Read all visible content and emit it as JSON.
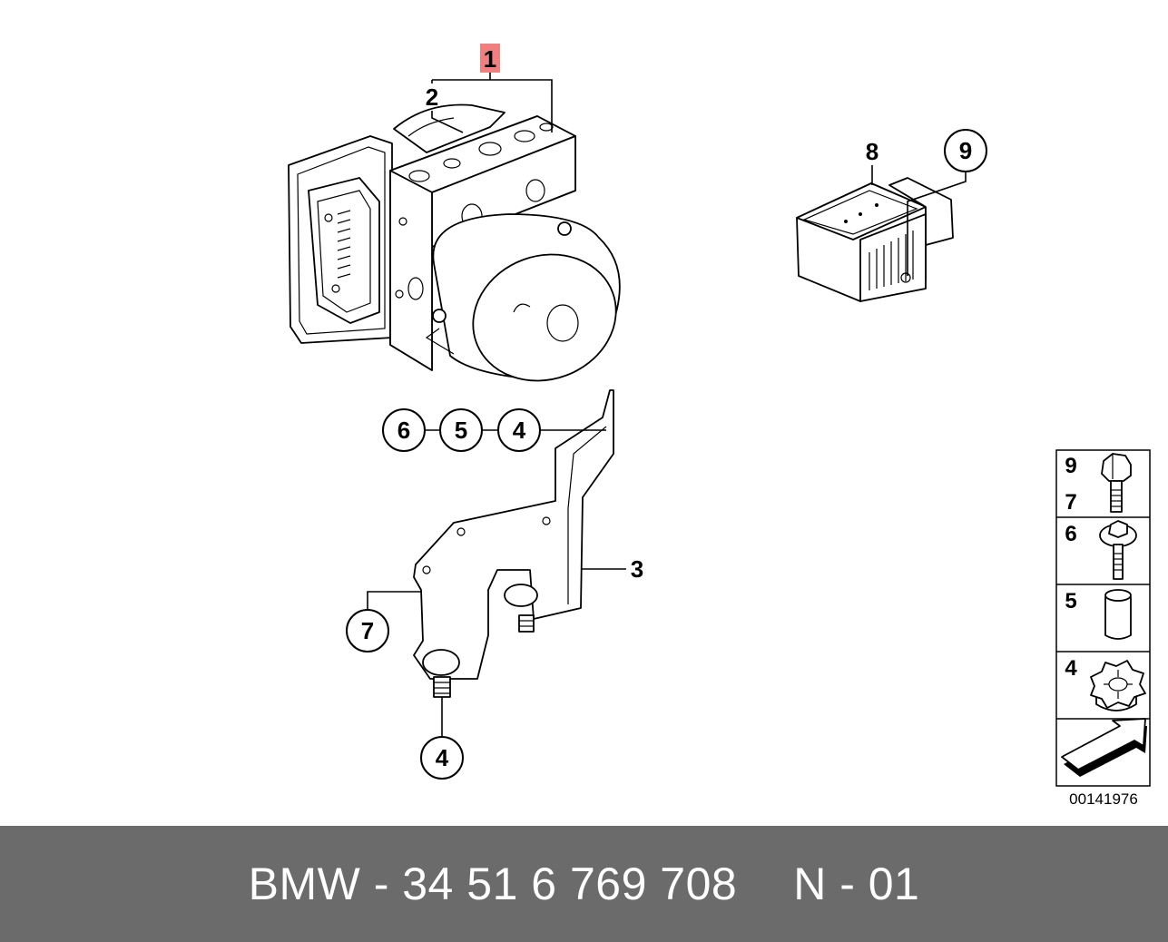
{
  "diagram": {
    "callouts": {
      "c1": "1",
      "c2": "2",
      "c3": "3",
      "c4_top": "4",
      "c4_bottom": "4",
      "c5": "5",
      "c6": "6",
      "c7": "7",
      "c8": "8",
      "c9": "9"
    },
    "legend": {
      "items": [
        {
          "labels": [
            "9",
            "7"
          ],
          "icon": "hex-bolt-icon"
        },
        {
          "labels": [
            "6"
          ],
          "icon": "collar-screw-icon"
        },
        {
          "labels": [
            "5"
          ],
          "icon": "sleeve-icon"
        },
        {
          "labels": [
            "4"
          ],
          "icon": "star-nut-icon"
        }
      ],
      "arrow_icon": "direction-arrow-icon"
    },
    "image_number": "00141976"
  },
  "footer": {
    "part_number": "BMW - 34 51 6 769 708",
    "variant": "N - 01"
  },
  "colors": {
    "highlight": "#f08080",
    "footer_background": "#6b6b6b",
    "footer_text": "#ffffff"
  }
}
